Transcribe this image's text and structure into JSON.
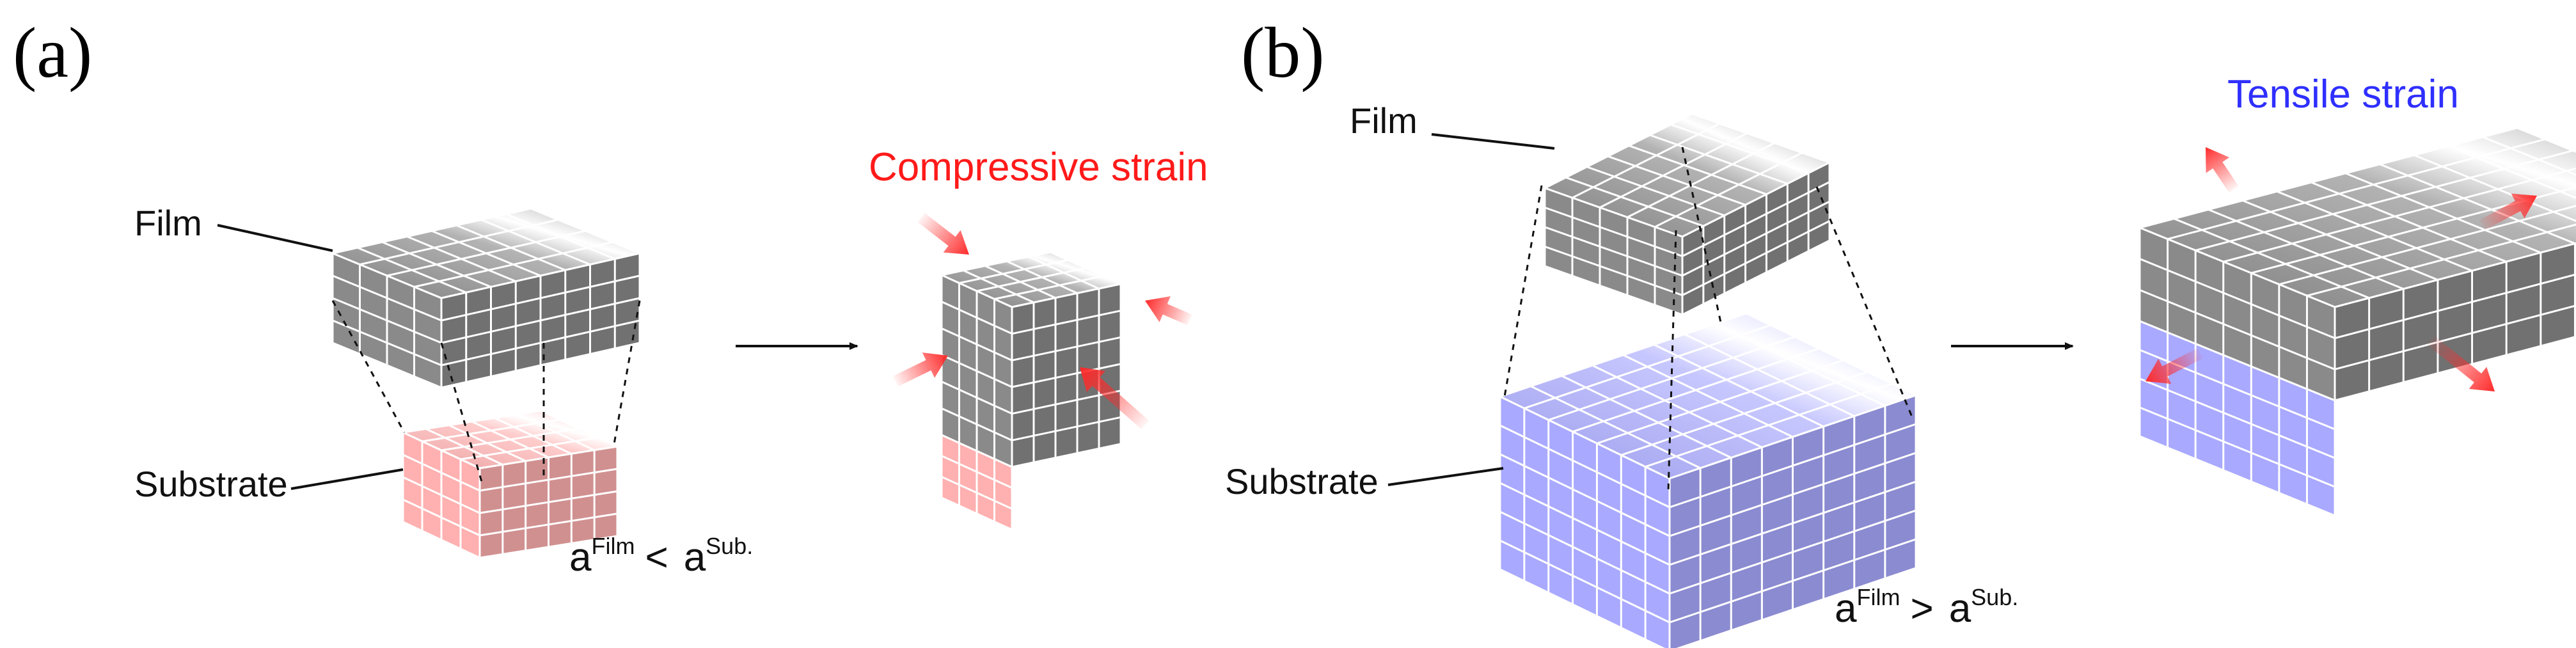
{
  "panels": {
    "a": {
      "label": "(a)",
      "film_label": "Film",
      "substrate_label": "Substrate",
      "strain_label": "Compressive strain",
      "relation": {
        "film_symbol": "a",
        "film_sup": "Film",
        "operator": "<",
        "sub_symbol": "a",
        "sub_sup": "Sub."
      }
    },
    "b": {
      "label": "(b)",
      "film_label": "Film",
      "substrate_label": "Substrate",
      "strain_label": "Tensile strain",
      "relation": {
        "film_symbol": "a",
        "film_sup": "Film",
        "operator": ">",
        "sub_symbol": "a",
        "sub_sup": "Sub."
      }
    }
  },
  "colors": {
    "film": "#8a8a8a",
    "substrate_a": "#ffb0b0",
    "substrate_b": "#a9a9ff",
    "compressive_arrows": "#ff2a2a",
    "tensile_arrows": "#ff2a2a",
    "compressive_text": "#ff1a1a",
    "tensile_text": "#2f2fff"
  },
  "icons": [
    "process-arrow-icon",
    "strain-arrow-icon"
  ]
}
